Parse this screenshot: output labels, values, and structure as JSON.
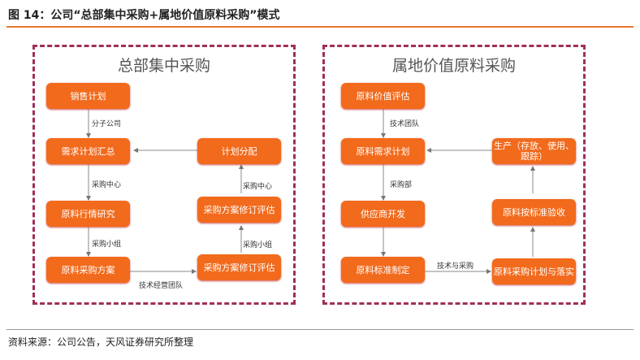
{
  "header": {
    "title": "图 14：公司“总部集中采购+属地价值原料采购”模式"
  },
  "left": {
    "title": "总部集中采购",
    "nodes": [
      "销售计划",
      "需求计划汇总",
      "原料行情研究",
      "原料采购方案",
      "计划分配",
      "采购方案修订评估",
      "采购方案修订评估"
    ],
    "labels": [
      "分子公司",
      "采购中心",
      "采购小组",
      "技术经营团队",
      "采购小组",
      "采购中心"
    ]
  },
  "right": {
    "title": "属地价值原料采购",
    "nodes": [
      "原料价值评估",
      "原料需求计划",
      "供应商开发",
      "原料标准制定",
      "生产（存放、使用、跟踪）",
      "原料按标准验收",
      "原料采购计划与落实"
    ],
    "labels": [
      "技术团队",
      "采购部",
      "技术与采购"
    ]
  },
  "footer": {
    "source": "资料来源：公司公告，天风证券研究所整理"
  }
}
